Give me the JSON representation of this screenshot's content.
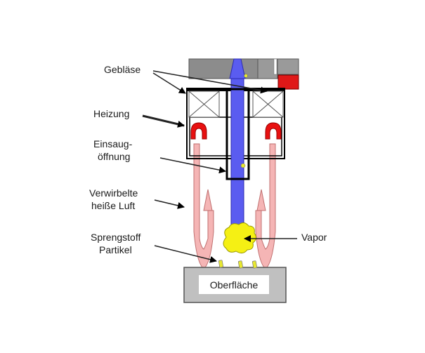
{
  "diagram": {
    "type": "schematic",
    "labels": {
      "blower": "Gebläse",
      "heater": "Heizung",
      "intake_line1": "Einsaug-",
      "intake_line2": "öffnung",
      "air_line1": "Verwirbelte",
      "air_line2": "heiße Luft",
      "particles_line1": "Sprengstoff",
      "particles_line2": "Partikel",
      "vapor": "Vapor",
      "surface": "Oberfläche"
    },
    "colors": {
      "housing": "#8c8c8c",
      "probe": "#5a5cf0",
      "heater": "#e81010",
      "hot_air": "#f5b5b5",
      "hot_air_stroke": "#c07070",
      "vapor": "#f5f014",
      "surface": "#c0c0c0",
      "reservoir": "#e01818"
    }
  }
}
